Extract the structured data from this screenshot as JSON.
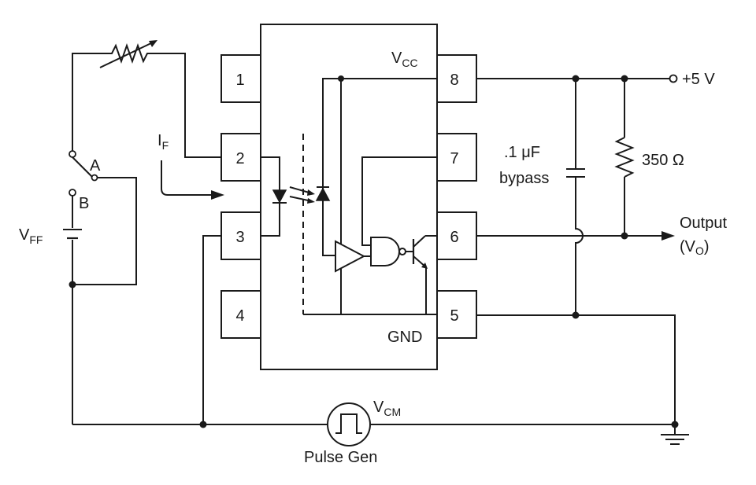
{
  "ic": {
    "pins": [
      "1",
      "2",
      "3",
      "4",
      "5",
      "6",
      "7",
      "8"
    ],
    "vcc_main": "V",
    "vcc_sub": "CC",
    "gnd": "GND"
  },
  "labels": {
    "if_main": "I",
    "if_sub": "F",
    "switch_a": "A",
    "switch_b": "B",
    "vff_main": "V",
    "vff_sub": "FF",
    "vcm_main": "V",
    "vcm_sub": "CM",
    "pulse_gen": "Pulse Gen",
    "supply": "+5 V",
    "cap_value": ".1 μF",
    "cap_desc": "bypass",
    "resistor": "350 Ω",
    "output_line1": "Output",
    "output_open": "(V",
    "output_sub": "O",
    "output_close": ")"
  }
}
